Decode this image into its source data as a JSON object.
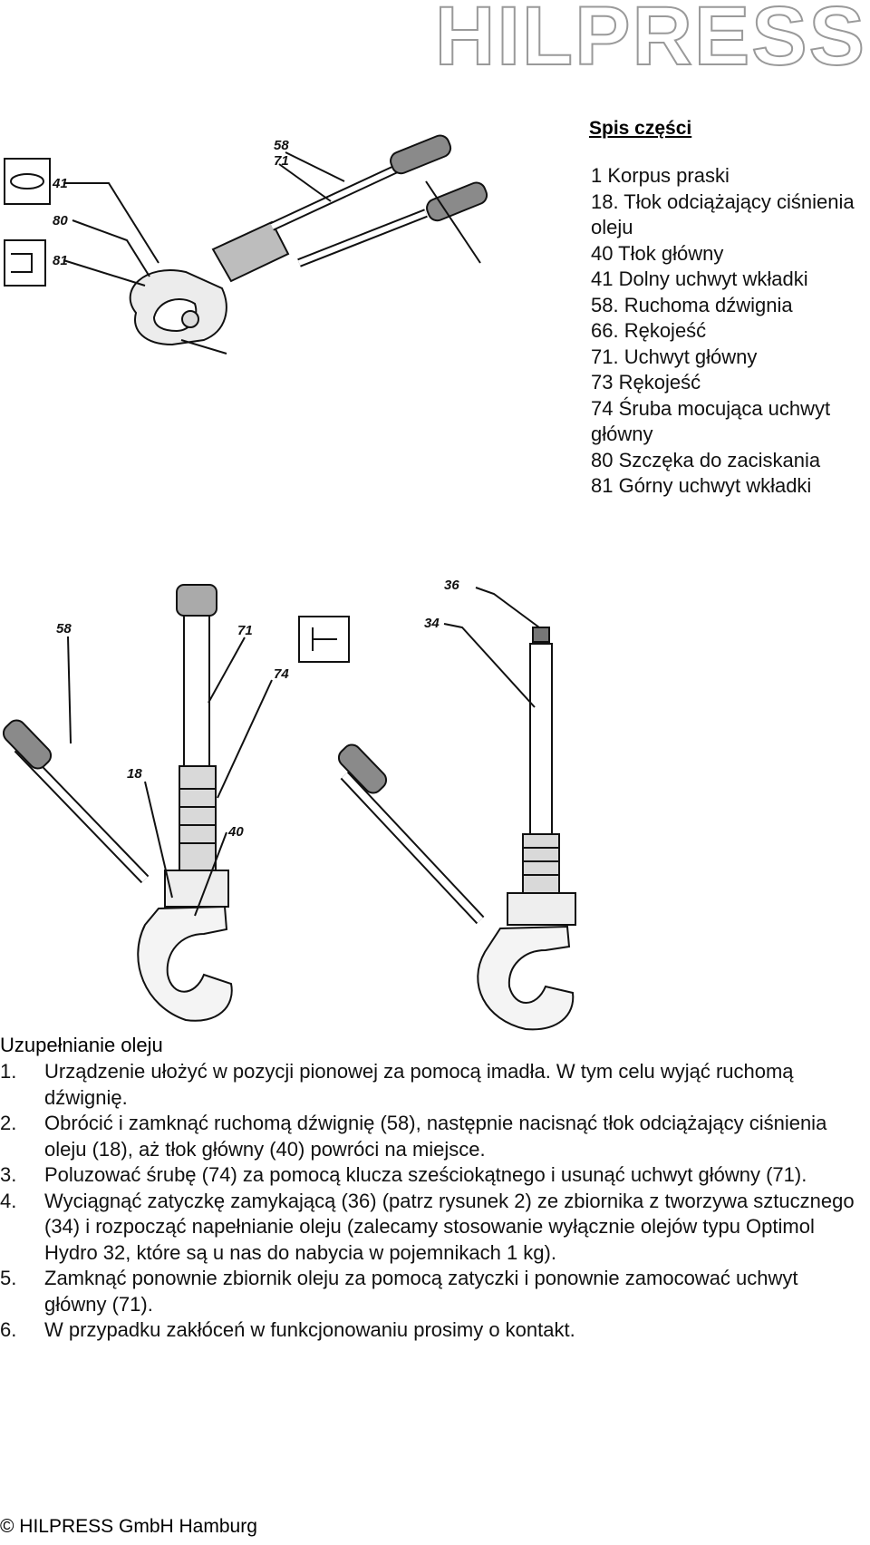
{
  "header": {
    "brand": "HILPRESS"
  },
  "parts": {
    "title": "Spis części",
    "items": [
      "1 Korpus praski",
      "18. Tłok odciążający ciśnienia oleju",
      "40 Tłok główny",
      "41 Dolny uchwyt wkładki",
      "58. Ruchoma dźwignia",
      "66. Rękojeść",
      "71. Uchwyt główny",
      "73 Rękojeść",
      "74 Śruba mocująca uchwyt główny",
      "80 Szczęka do zaciskania",
      "81 Górny uchwyt wkładki"
    ]
  },
  "figures": {
    "fig1_labels": [
      "58",
      "71",
      "41",
      "80",
      "81"
    ],
    "fig2_labels": [
      "71",
      "58",
      "74",
      "18",
      "40"
    ],
    "fig3_labels": [
      "36",
      "34"
    ]
  },
  "refill": {
    "title": "Uzupełnianie oleju",
    "steps": [
      {
        "num": "1.",
        "text": "Urządzenie ułożyć w pozycji pionowej za pomocą imadła. W tym celu wyjąć ruchomą dźwignię."
      },
      {
        "num": "2.",
        "text": "Obrócić i zamknąć ruchomą dźwignię (58), następnie nacisnąć tłok odciążający ciśnienia oleju (18), aż tłok główny (40) powróci na miejsce."
      },
      {
        "num": "3.",
        "text": "Poluzować śrubę (74) za pomocą klucza sześciokątnego i usunąć uchwyt główny (71)."
      },
      {
        "num": "4.",
        "text": "Wyciągnąć zatyczkę zamykającą (36) (patrz rysunek 2) ze zbiornika z tworzywa sztucznego (34) i rozpocząć napełnianie oleju (zalecamy stosowanie wyłącznie olejów typu Optimol Hydro 32, które są u nas do nabycia w pojemnikach 1 kg)."
      },
      {
        "num": "5.",
        "text": "Zamknąć ponownie zbiornik oleju za pomocą zatyczki i ponownie zamocować uchwyt główny (71)."
      },
      {
        "num": "6.",
        "text": "W przypadku zakłóceń w funkcjonowaniu prosimy o kontakt."
      }
    ]
  },
  "footer": {
    "text": "© HILPRESS GmbH Hamburg"
  }
}
